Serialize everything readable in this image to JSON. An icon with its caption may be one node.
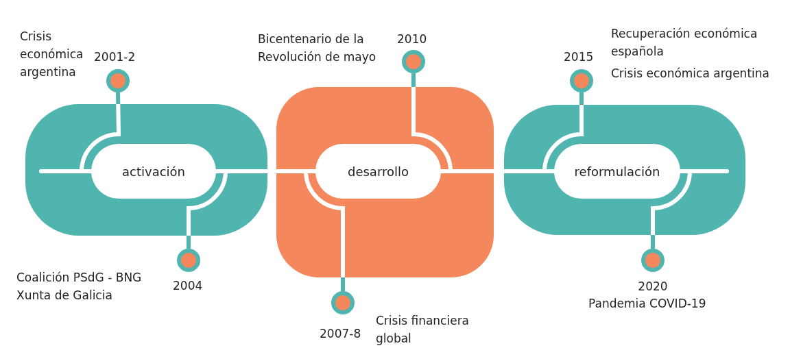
{
  "diagram": {
    "nodes": [
      {
        "text": [],
        "shape": "box"
      },
      {
        "text": [
          "activación"
        ],
        "in": 0
      },
      {
        "text": [],
        "shape": "box"
      },
      {
        "text": [
          "desarrollo"
        ],
        "in": 2
      },
      {
        "text": [],
        "shape": "box"
      },
      {
        "text": [
          "reformulación"
        ],
        "in": 4
      },
      {
        "text": [],
        "shape": "circle",
        "beside": [
          "Crisis económica argentina",
          "2001-2"
        ]
      },
      {
        "text": [],
        "shape": "circle",
        "beside": [
          "Coalición PSdG - BNG Xunta de Galicia",
          "2004"
        ]
      },
      {
        "text": [],
        "shape": "circle",
        "beside": [
          "2007-8",
          "Crisis financiera global"
        ]
      },
      {
        "text": [],
        "shape": "circle",
        "beside": [
          "Bicentenario de la Revolución de mayo",
          "2010"
        ]
      },
      {
        "text": [],
        "shape": "circle",
        "beside": [
          "2015",
          "Recuperación económica española",
          "Crisis económica argentina"
        ]
      },
      {
        "text": [],
        "shape": "circle",
        "beside": [
          "2020",
          "Pandemia COVID-19"
        ]
      }
    ],
    "edges": [
      {
        "from": 6,
        "to": 1,
        "arrow": "none"
      },
      {
        "from": 7,
        "to": 1,
        "arrow": "none"
      },
      {
        "from": 8,
        "to": 3,
        "arrow": "none"
      },
      {
        "from": 9,
        "to": 3,
        "arrow": "none"
      },
      {
        "from": 10,
        "to": 5,
        "arrow": "none"
      },
      {
        "from": 11,
        "to": 5,
        "arrow": "none"
      },
      {
        "from": null,
        "to": 1,
        "arrow": "none"
      },
      {
        "from": 1,
        "to": 3,
        "arrow": "none"
      },
      {
        "from": 3,
        "to": 5,
        "arrow": "none"
      },
      {
        "from": 5,
        "to": null,
        "arrow": "none"
      }
    ]
  }
}
